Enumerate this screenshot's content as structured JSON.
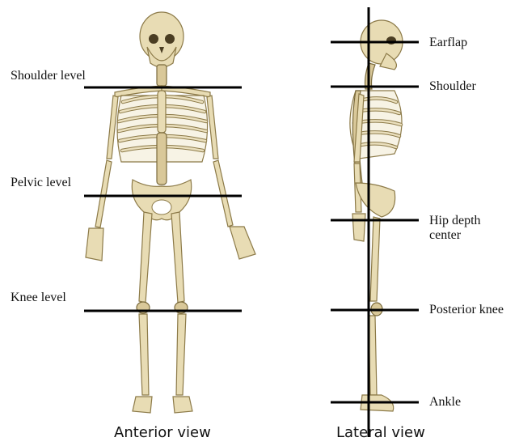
{
  "anterior": {
    "levels": [
      "Shoulder level",
      "Pelvic level",
      "Knee level"
    ],
    "caption": "Anterior view"
  },
  "lateral": {
    "levels": [
      "Earflap",
      "Shoulder",
      "Hip depth center",
      "Posterior knee",
      "Ankle"
    ],
    "caption": "Lateral view"
  },
  "colors": {
    "bone": "#e8dcb4",
    "bone_outline": "#8c7a48",
    "reference_line": "#000000"
  }
}
